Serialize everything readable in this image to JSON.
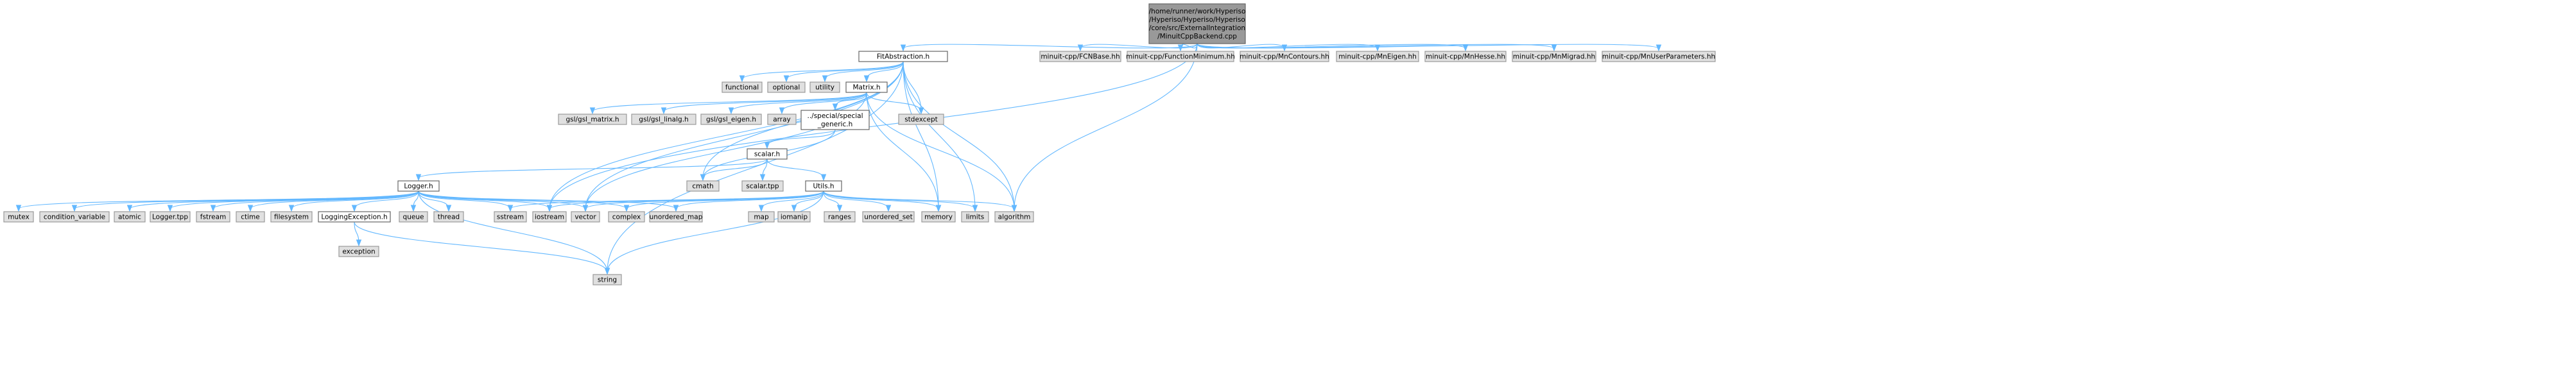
{
  "diagram": {
    "nodes": [
      {
        "id": "root",
        "kind": "root",
        "lines": [
          "/home/runner/work/Hyperiso",
          "/Hyperiso/Hyperiso/Hyperiso",
          "/core/src/ExternalIntegration",
          "/MinuitCppBackend.cpp"
        ]
      },
      {
        "id": "fitabs",
        "kind": "doc",
        "lines": [
          "FitAbstraction.h"
        ]
      },
      {
        "id": "fcnbase",
        "kind": "ext",
        "lines": [
          "minuit-cpp/FCNBase.hh"
        ]
      },
      {
        "id": "funcmin",
        "kind": "ext",
        "lines": [
          "minuit-cpp/FunctionMinimum.hh"
        ]
      },
      {
        "id": "mncont",
        "kind": "ext",
        "lines": [
          "minuit-cpp/MnContours.hh"
        ]
      },
      {
        "id": "mneigen",
        "kind": "ext",
        "lines": [
          "minuit-cpp/MnEigen.hh"
        ]
      },
      {
        "id": "mnhesse",
        "kind": "ext",
        "lines": [
          "minuit-cpp/MnHesse.hh"
        ]
      },
      {
        "id": "mnmigrad",
        "kind": "ext",
        "lines": [
          "minuit-cpp/MnMigrad.hh"
        ]
      },
      {
        "id": "mnuserpar",
        "kind": "ext",
        "lines": [
          "minuit-cpp/MnUserParameters.hh"
        ]
      },
      {
        "id": "functional",
        "kind": "ext",
        "lines": [
          "functional"
        ]
      },
      {
        "id": "optional",
        "kind": "ext",
        "lines": [
          "optional"
        ]
      },
      {
        "id": "utility",
        "kind": "ext",
        "lines": [
          "utility"
        ]
      },
      {
        "id": "matrix",
        "kind": "doc",
        "lines": [
          "Matrix.h"
        ]
      },
      {
        "id": "gslmatrix",
        "kind": "ext",
        "lines": [
          "gsl/gsl_matrix.h"
        ]
      },
      {
        "id": "gsllinalg",
        "kind": "ext",
        "lines": [
          "gsl/gsl_linalg.h"
        ]
      },
      {
        "id": "gsleigen",
        "kind": "ext",
        "lines": [
          "gsl/gsl_eigen.h"
        ]
      },
      {
        "id": "array",
        "kind": "ext",
        "lines": [
          "array"
        ]
      },
      {
        "id": "specgen",
        "kind": "doc",
        "lines": [
          "../special/special",
          "_generic.h"
        ]
      },
      {
        "id": "stdexcept",
        "kind": "ext",
        "lines": [
          "stdexcept"
        ]
      },
      {
        "id": "scalar",
        "kind": "doc",
        "lines": [
          "scalar.h"
        ]
      },
      {
        "id": "logger",
        "kind": "doc",
        "lines": [
          "Logger.h"
        ]
      },
      {
        "id": "cmath",
        "kind": "ext",
        "lines": [
          "cmath"
        ]
      },
      {
        "id": "scalartpp",
        "kind": "ext",
        "lines": [
          "scalar.tpp"
        ]
      },
      {
        "id": "utils",
        "kind": "doc",
        "lines": [
          "Utils.h"
        ]
      },
      {
        "id": "mutex",
        "kind": "ext",
        "lines": [
          "mutex"
        ]
      },
      {
        "id": "condvar",
        "kind": "ext",
        "lines": [
          "condition_variable"
        ]
      },
      {
        "id": "atomic",
        "kind": "ext",
        "lines": [
          "atomic"
        ]
      },
      {
        "id": "loggertpp",
        "kind": "ext",
        "lines": [
          "Logger.tpp"
        ]
      },
      {
        "id": "fstream",
        "kind": "ext",
        "lines": [
          "fstream"
        ]
      },
      {
        "id": "ctime",
        "kind": "ext",
        "lines": [
          "ctime"
        ]
      },
      {
        "id": "filesystem",
        "kind": "ext",
        "lines": [
          "filesystem"
        ]
      },
      {
        "id": "logexc",
        "kind": "doc",
        "lines": [
          "LoggingException.h"
        ]
      },
      {
        "id": "queue",
        "kind": "ext",
        "lines": [
          "queue"
        ]
      },
      {
        "id": "thread",
        "kind": "ext",
        "lines": [
          "thread"
        ]
      },
      {
        "id": "sstream",
        "kind": "ext",
        "lines": [
          "sstream"
        ]
      },
      {
        "id": "iostream",
        "kind": "ext",
        "lines": [
          "iostream"
        ]
      },
      {
        "id": "vector",
        "kind": "ext",
        "lines": [
          "vector"
        ]
      },
      {
        "id": "complex",
        "kind": "ext",
        "lines": [
          "complex"
        ]
      },
      {
        "id": "unordmap",
        "kind": "ext",
        "lines": [
          "unordered_map"
        ]
      },
      {
        "id": "map",
        "kind": "ext",
        "lines": [
          "map"
        ]
      },
      {
        "id": "iomanip",
        "kind": "ext",
        "lines": [
          "iomanip"
        ]
      },
      {
        "id": "ranges",
        "kind": "ext",
        "lines": [
          "ranges"
        ]
      },
      {
        "id": "unordset",
        "kind": "ext",
        "lines": [
          "unordered_set"
        ]
      },
      {
        "id": "memory",
        "kind": "ext",
        "lines": [
          "memory"
        ]
      },
      {
        "id": "limits",
        "kind": "ext",
        "lines": [
          "limits"
        ]
      },
      {
        "id": "algorithm",
        "kind": "ext",
        "lines": [
          "algorithm"
        ]
      },
      {
        "id": "exception",
        "kind": "ext",
        "lines": [
          "exception"
        ]
      },
      {
        "id": "string",
        "kind": "ext",
        "lines": [
          "string"
        ]
      }
    ],
    "edges": [
      [
        "root",
        "fitabs"
      ],
      [
        "root",
        "fcnbase"
      ],
      [
        "root",
        "funcmin"
      ],
      [
        "root",
        "mncont"
      ],
      [
        "root",
        "mneigen"
      ],
      [
        "root",
        "mnhesse"
      ],
      [
        "root",
        "mnmigrad"
      ],
      [
        "root",
        "mnuserpar"
      ],
      [
        "root",
        "iostream"
      ],
      [
        "root",
        "algorithm"
      ],
      [
        "fitabs",
        "functional"
      ],
      [
        "fitabs",
        "optional"
      ],
      [
        "fitabs",
        "utility"
      ],
      [
        "fitabs",
        "matrix"
      ],
      [
        "fitabs",
        "stdexcept"
      ],
      [
        "fitabs",
        "cmath"
      ],
      [
        "fitabs",
        "vector"
      ],
      [
        "fitabs",
        "iostream"
      ],
      [
        "fitabs",
        "memory"
      ],
      [
        "fitabs",
        "limits"
      ],
      [
        "fitabs",
        "algorithm"
      ],
      [
        "fitabs",
        "string"
      ],
      [
        "matrix",
        "gslmatrix"
      ],
      [
        "matrix",
        "gsllinalg"
      ],
      [
        "matrix",
        "gsleigen"
      ],
      [
        "matrix",
        "array"
      ],
      [
        "matrix",
        "specgen"
      ],
      [
        "matrix",
        "stdexcept"
      ],
      [
        "matrix",
        "vector"
      ],
      [
        "matrix",
        "memory"
      ],
      [
        "matrix",
        "algorithm"
      ],
      [
        "specgen",
        "scalar"
      ],
      [
        "specgen",
        "cmath"
      ],
      [
        "scalar",
        "logger"
      ],
      [
        "scalar",
        "cmath"
      ],
      [
        "scalar",
        "scalartpp"
      ],
      [
        "scalar",
        "utils"
      ],
      [
        "logger",
        "mutex"
      ],
      [
        "logger",
        "condvar"
      ],
      [
        "logger",
        "atomic"
      ],
      [
        "logger",
        "loggertpp"
      ],
      [
        "logger",
        "fstream"
      ],
      [
        "logger",
        "ctime"
      ],
      [
        "logger",
        "filesystem"
      ],
      [
        "logger",
        "logexc"
      ],
      [
        "logger",
        "queue"
      ],
      [
        "logger",
        "thread"
      ],
      [
        "logger",
        "sstream"
      ],
      [
        "logger",
        "iostream"
      ],
      [
        "logger",
        "vector"
      ],
      [
        "logger",
        "complex"
      ],
      [
        "logger",
        "unordmap"
      ],
      [
        "logger",
        "string"
      ],
      [
        "logexc",
        "exception"
      ],
      [
        "logexc",
        "string"
      ],
      [
        "utils",
        "sstream"
      ],
      [
        "utils",
        "iostream"
      ],
      [
        "utils",
        "vector"
      ],
      [
        "utils",
        "complex"
      ],
      [
        "utils",
        "unordmap"
      ],
      [
        "utils",
        "map"
      ],
      [
        "utils",
        "iomanip"
      ],
      [
        "utils",
        "ranges"
      ],
      [
        "utils",
        "unordset"
      ],
      [
        "utils",
        "memory"
      ],
      [
        "utils",
        "limits"
      ],
      [
        "utils",
        "algorithm"
      ],
      [
        "utils",
        "string"
      ]
    ]
  }
}
